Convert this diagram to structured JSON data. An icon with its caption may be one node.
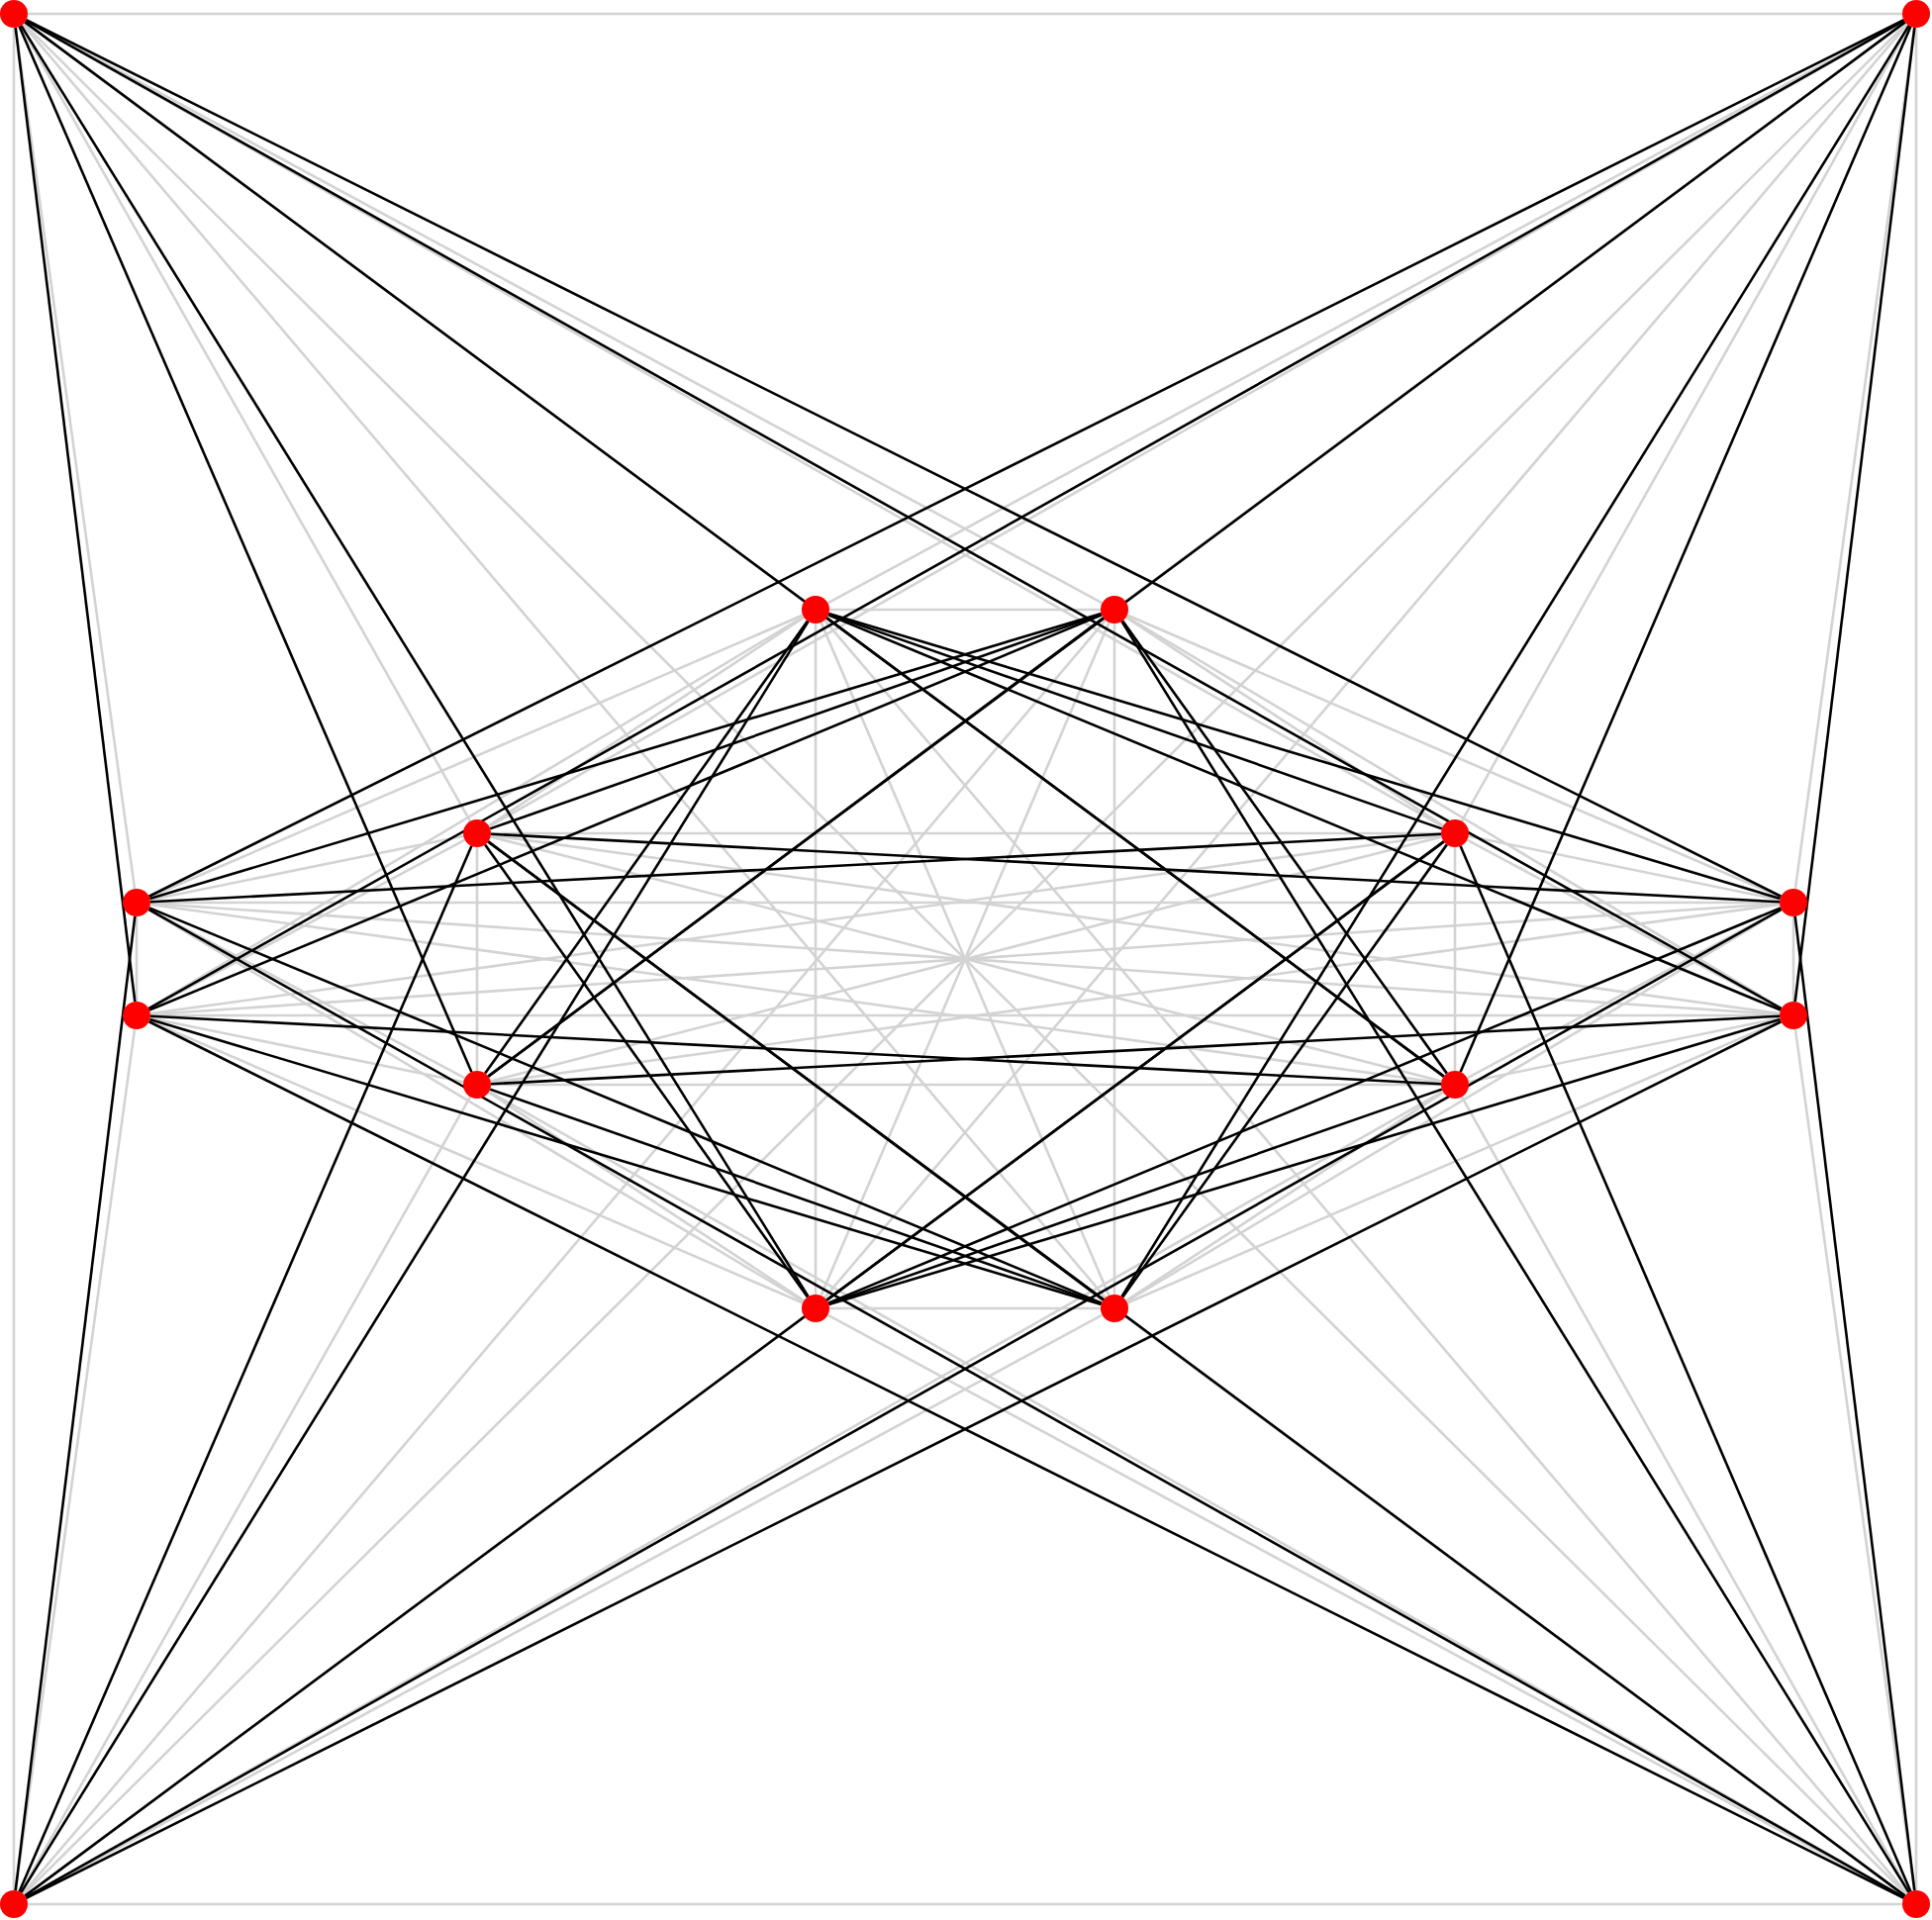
{
  "diagram": {
    "nodes": [
      {
        "text": [],
        "shape": "circle"
      },
      {
        "text": [],
        "shape": "circle"
      },
      {
        "text": [],
        "shape": "circle"
      },
      {
        "text": [],
        "shape": "circle"
      },
      {
        "text": [],
        "shape": "circle"
      },
      {
        "text": [],
        "shape": "circle"
      },
      {
        "text": [],
        "shape": "circle"
      },
      {
        "text": [],
        "shape": "circle"
      },
      {
        "text": [],
        "shape": "circle"
      },
      {
        "text": [],
        "shape": "circle"
      },
      {
        "text": [],
        "shape": "circle"
      },
      {
        "text": [],
        "shape": "circle"
      },
      {
        "text": [],
        "shape": "circle"
      },
      {
        "text": [],
        "shape": "circle"
      },
      {
        "text": [],
        "shape": "circle"
      },
      {
        "text": [],
        "shape": "circle"
      }
    ],
    "edges": [
      {
        "from": 0,
        "to": 1,
        "arrow": "none"
      },
      {
        "from": 0,
        "to": 2,
        "arrow": "none"
      },
      {
        "from": 0,
        "to": 3,
        "arrow": "none"
      },
      {
        "from": 0,
        "to": 4,
        "arrow": "none"
      },
      {
        "from": 0,
        "to": 5,
        "arrow": "none"
      },
      {
        "from": 0,
        "to": 6,
        "arrow": "none"
      },
      {
        "from": 0,
        "to": 7,
        "arrow": "none",
        "color": "#000000"
      },
      {
        "from": 0,
        "to": 8,
        "arrow": "none",
        "color": "#000000"
      },
      {
        "from": 0,
        "to": 9,
        "arrow": "none",
        "color": "#000000"
      },
      {
        "from": 0,
        "to": 10,
        "arrow": "none",
        "color": "#000000"
      },
      {
        "from": 0,
        "to": 11,
        "arrow": "none",
        "color": "#000000"
      },
      {
        "from": 0,
        "to": 12,
        "arrow": "none",
        "color": "#000000"
      },
      {
        "from": 0,
        "to": 13,
        "arrow": "none"
      },
      {
        "from": 0,
        "to": 14,
        "arrow": "none"
      },
      {
        "from": 0,
        "to": 15,
        "arrow": "none"
      },
      {
        "from": 1,
        "to": 2,
        "arrow": "none"
      },
      {
        "from": 1,
        "to": 3,
        "arrow": "none"
      },
      {
        "from": 1,
        "to": 4,
        "arrow": "none"
      },
      {
        "from": 1,
        "to": 5,
        "arrow": "none"
      },
      {
        "from": 1,
        "to": 6,
        "arrow": "none",
        "color": "#000000"
      },
      {
        "from": 1,
        "to": 7,
        "arrow": "none"
      },
      {
        "from": 1,
        "to": 8,
        "arrow": "none",
        "color": "#000000"
      },
      {
        "from": 1,
        "to": 9,
        "arrow": "none",
        "color": "#000000"
      },
      {
        "from": 1,
        "to": 10,
        "arrow": "none",
        "color": "#000000"
      },
      {
        "from": 1,
        "to": 11,
        "arrow": "none",
        "color": "#000000"
      },
      {
        "from": 1,
        "to": 12,
        "arrow": "none"
      },
      {
        "from": 1,
        "to": 13,
        "arrow": "none",
        "color": "#000000"
      },
      {
        "from": 1,
        "to": 14,
        "arrow": "none"
      },
      {
        "from": 1,
        "to": 15,
        "arrow": "none"
      },
      {
        "from": 2,
        "to": 3,
        "arrow": "none"
      },
      {
        "from": 2,
        "to": 4,
        "arrow": "none"
      },
      {
        "from": 2,
        "to": 5,
        "arrow": "none",
        "color": "#000000"
      },
      {
        "from": 2,
        "to": 6,
        "arrow": "none"
      },
      {
        "from": 2,
        "to": 7,
        "arrow": "none",
        "color": "#000000"
      },
      {
        "from": 2,
        "to": 8,
        "arrow": "none"
      },
      {
        "from": 2,
        "to": 9,
        "arrow": "none",
        "color": "#000000"
      },
      {
        "from": 2,
        "to": 10,
        "arrow": "none",
        "color": "#000000"
      },
      {
        "from": 2,
        "to": 11,
        "arrow": "none",
        "color": "#000000"
      },
      {
        "from": 2,
        "to": 12,
        "arrow": "none"
      },
      {
        "from": 2,
        "to": 13,
        "arrow": "none"
      },
      {
        "from": 2,
        "to": 14,
        "arrow": "none",
        "color": "#000000"
      },
      {
        "from": 2,
        "to": 15,
        "arrow": "none"
      },
      {
        "from": 3,
        "to": 4,
        "arrow": "none",
        "color": "#000000"
      },
      {
        "from": 3,
        "to": 5,
        "arrow": "none"
      },
      {
        "from": 3,
        "to": 6,
        "arrow": "none",
        "color": "#000000"
      },
      {
        "from": 3,
        "to": 7,
        "arrow": "none"
      },
      {
        "from": 3,
        "to": 8,
        "arrow": "none",
        "color": "#000000"
      },
      {
        "from": 3,
        "to": 9,
        "arrow": "none"
      },
      {
        "from": 3,
        "to": 10,
        "arrow": "none",
        "color": "#000000"
      },
      {
        "from": 3,
        "to": 11,
        "arrow": "none",
        "color": "#000000"
      },
      {
        "from": 3,
        "to": 12,
        "arrow": "none"
      },
      {
        "from": 3,
        "to": 13,
        "arrow": "none"
      },
      {
        "from": 3,
        "to": 14,
        "arrow": "none"
      },
      {
        "from": 3,
        "to": 15,
        "arrow": "none",
        "color": "#000000"
      },
      {
        "from": 4,
        "to": 5,
        "arrow": "none"
      },
      {
        "from": 4,
        "to": 6,
        "arrow": "none"
      },
      {
        "from": 4,
        "to": 7,
        "arrow": "none",
        "color": "#000000"
      },
      {
        "from": 4,
        "to": 8,
        "arrow": "none"
      },
      {
        "from": 4,
        "to": 9,
        "arrow": "none"
      },
      {
        "from": 4,
        "to": 10,
        "arrow": "none"
      },
      {
        "from": 4,
        "to": 11,
        "arrow": "none"
      },
      {
        "from": 4,
        "to": 12,
        "arrow": "none",
        "color": "#000000"
      },
      {
        "from": 4,
        "to": 13,
        "arrow": "none",
        "color": "#000000"
      },
      {
        "from": 4,
        "to": 14,
        "arrow": "none",
        "color": "#000000"
      },
      {
        "from": 4,
        "to": 15,
        "arrow": "none",
        "color": "#000000"
      },
      {
        "from": 5,
        "to": 6,
        "arrow": "none",
        "color": "#000000"
      },
      {
        "from": 5,
        "to": 7,
        "arrow": "none"
      },
      {
        "from": 5,
        "to": 8,
        "arrow": "none"
      },
      {
        "from": 5,
        "to": 9,
        "arrow": "none"
      },
      {
        "from": 5,
        "to": 10,
        "arrow": "none"
      },
      {
        "from": 5,
        "to": 11,
        "arrow": "none"
      },
      {
        "from": 5,
        "to": 12,
        "arrow": "none",
        "color": "#000000"
      },
      {
        "from": 5,
        "to": 13,
        "arrow": "none",
        "color": "#000000"
      },
      {
        "from": 5,
        "to": 14,
        "arrow": "none",
        "color": "#000000"
      },
      {
        "from": 5,
        "to": 15,
        "arrow": "none",
        "color": "#000000"
      },
      {
        "from": 6,
        "to": 7,
        "arrow": "none"
      },
      {
        "from": 6,
        "to": 8,
        "arrow": "none"
      },
      {
        "from": 6,
        "to": 9,
        "arrow": "none"
      },
      {
        "from": 6,
        "to": 10,
        "arrow": "none"
      },
      {
        "from": 6,
        "to": 11,
        "arrow": "none"
      },
      {
        "from": 6,
        "to": 12,
        "arrow": "none"
      },
      {
        "from": 6,
        "to": 13,
        "arrow": "none",
        "color": "#000000"
      },
      {
        "from": 6,
        "to": 14,
        "arrow": "none",
        "color": "#000000"
      },
      {
        "from": 6,
        "to": 15,
        "arrow": "none",
        "color": "#000000"
      },
      {
        "from": 7,
        "to": 8,
        "arrow": "none"
      },
      {
        "from": 7,
        "to": 9,
        "arrow": "none"
      },
      {
        "from": 7,
        "to": 10,
        "arrow": "none"
      },
      {
        "from": 7,
        "to": 11,
        "arrow": "none"
      },
      {
        "from": 7,
        "to": 12,
        "arrow": "none",
        "color": "#000000"
      },
      {
        "from": 7,
        "to": 13,
        "arrow": "none"
      },
      {
        "from": 7,
        "to": 14,
        "arrow": "none",
        "color": "#000000"
      },
      {
        "from": 7,
        "to": 15,
        "arrow": "none",
        "color": "#000000"
      },
      {
        "from": 8,
        "to": 9,
        "arrow": "none"
      },
      {
        "from": 8,
        "to": 10,
        "arrow": "none"
      },
      {
        "from": 8,
        "to": 11,
        "arrow": "none",
        "color": "#000000"
      },
      {
        "from": 8,
        "to": 12,
        "arrow": "none"
      },
      {
        "from": 8,
        "to": 13,
        "arrow": "none",
        "color": "#000000"
      },
      {
        "from": 8,
        "to": 14,
        "arrow": "none"
      },
      {
        "from": 8,
        "to": 15,
        "arrow": "none",
        "color": "#000000"
      },
      {
        "from": 9,
        "to": 10,
        "arrow": "none",
        "color": "#000000"
      },
      {
        "from": 9,
        "to": 11,
        "arrow": "none"
      },
      {
        "from": 9,
        "to": 12,
        "arrow": "none",
        "color": "#000000"
      },
      {
        "from": 9,
        "to": 13,
        "arrow": "none"
      },
      {
        "from": 9,
        "to": 14,
        "arrow": "none",
        "color": "#000000"
      },
      {
        "from": 9,
        "to": 15,
        "arrow": "none"
      },
      {
        "from": 10,
        "to": 11,
        "arrow": "none"
      },
      {
        "from": 10,
        "to": 12,
        "arrow": "none"
      },
      {
        "from": 10,
        "to": 13,
        "arrow": "none",
        "color": "#000000"
      },
      {
        "from": 10,
        "to": 14,
        "arrow": "none"
      },
      {
        "from": 10,
        "to": 15,
        "arrow": "none"
      },
      {
        "from": 11,
        "to": 12,
        "arrow": "none",
        "color": "#000000"
      },
      {
        "from": 11,
        "to": 13,
        "arrow": "none"
      },
      {
        "from": 11,
        "to": 14,
        "arrow": "none"
      },
      {
        "from": 11,
        "to": 15,
        "arrow": "none"
      },
      {
        "from": 12,
        "to": 13,
        "arrow": "none"
      },
      {
        "from": 12,
        "to": 14,
        "arrow": "none"
      },
      {
        "from": 12,
        "to": 15,
        "arrow": "none"
      },
      {
        "from": 13,
        "to": 14,
        "arrow": "none"
      },
      {
        "from": 13,
        "to": 15,
        "arrow": "none"
      },
      {
        "from": 14,
        "to": 15,
        "arrow": "none"
      }
    ]
  }
}
